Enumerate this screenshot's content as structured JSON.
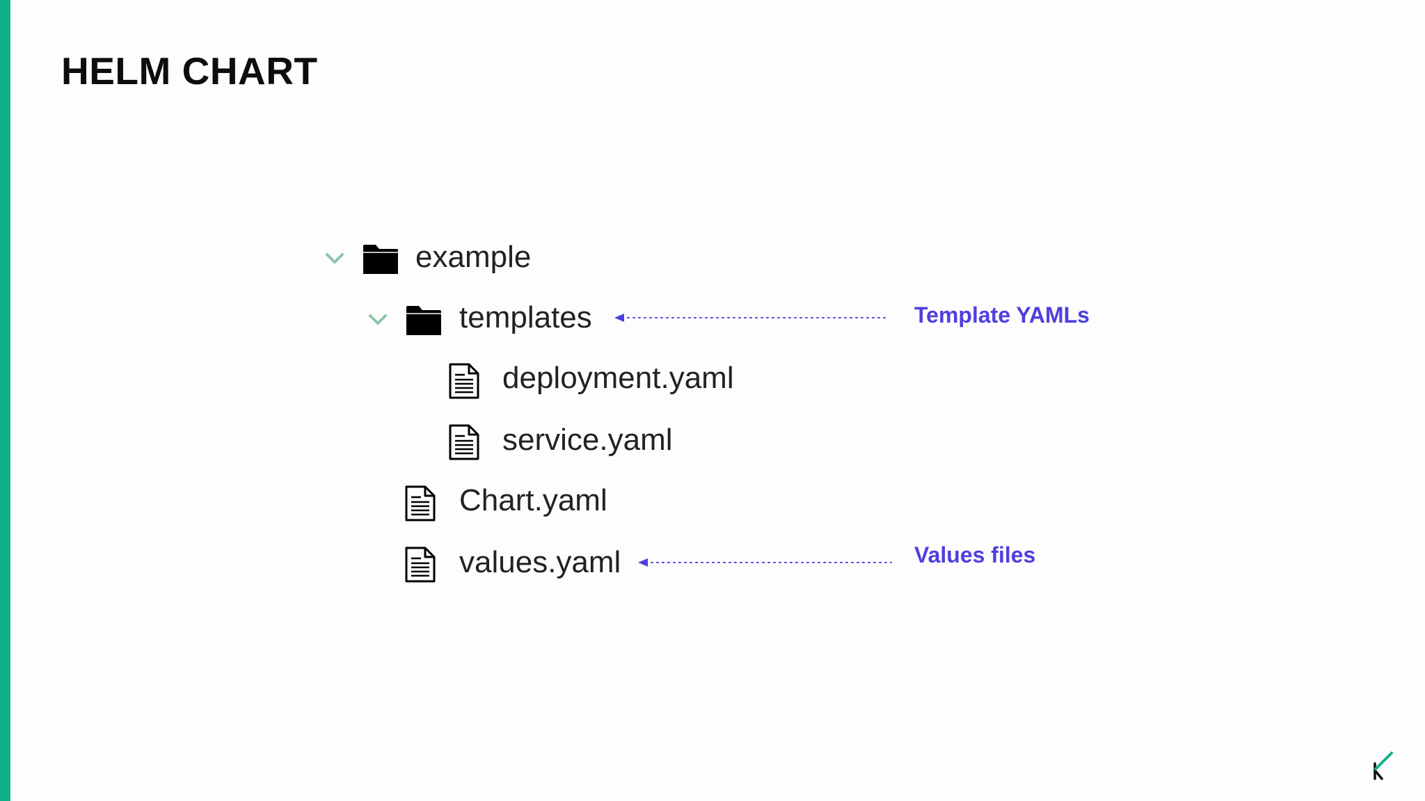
{
  "slide": {
    "title": "HELM CHART",
    "accent_color": "#12b088",
    "annotation_color": "#4f3fdf",
    "chevron_color": "#8fc3a7"
  },
  "tree": {
    "root": {
      "label": "example",
      "icon": "folder-icon",
      "expanded": true
    },
    "templates": {
      "label": "templates",
      "icon": "folder-icon",
      "expanded": true
    },
    "deployment": {
      "label": "deployment.yaml",
      "icon": "file-icon"
    },
    "service": {
      "label": "service.yaml",
      "icon": "file-icon"
    },
    "chart": {
      "label": "Chart.yaml",
      "icon": "file-icon"
    },
    "values": {
      "label": "values.yaml",
      "icon": "file-icon"
    }
  },
  "annotations": {
    "templates": "Template YAMLs",
    "values": "Values files"
  },
  "logo": {
    "icon": "k-logo-icon"
  }
}
